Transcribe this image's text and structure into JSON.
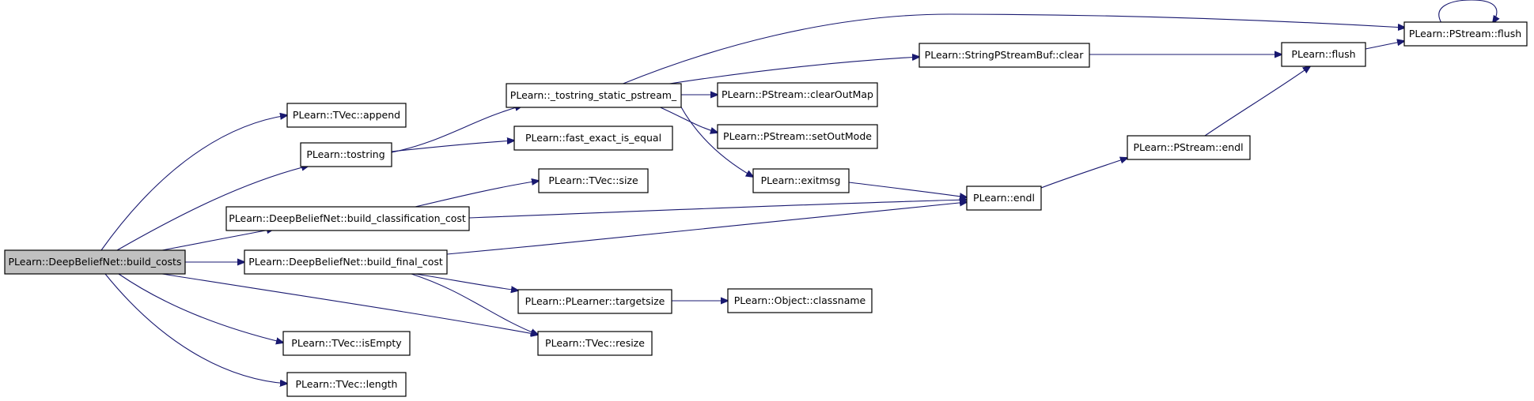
{
  "nodes": {
    "build_costs": "PLearn::DeepBeliefNet::build_costs",
    "tvec_append": "PLearn::TVec::append",
    "tostring": "PLearn::tostring",
    "build_classification_cost": "PLearn::DeepBeliefNet::build_classification_cost",
    "build_final_cost": "PLearn::DeepBeliefNet::build_final_cost",
    "tvec_isempty": "PLearn::TVec::isEmpty",
    "tvec_length": "PLearn::TVec::length",
    "tostring_static_pstream": "PLearn::_tostring_static_pstream_",
    "fast_exact_is_equal": "PLearn::fast_exact_is_equal",
    "tvec_size": "PLearn::TVec::size",
    "plearner_targetsize": "PLearn::PLearner::targetsize",
    "tvec_resize": "PLearn::TVec::resize",
    "stringpstreambuf_clear": "PLearn::StringPStreamBuf::clear",
    "pstream_clearoutmap": "PLearn::PStream::clearOutMap",
    "pstream_setoutmode": "PLearn::PStream::setOutMode",
    "exitmsg": "PLearn::exitmsg",
    "object_classname": "PLearn::Object::classname",
    "endl": "PLearn::endl",
    "pstream_endl": "PLearn::PStream::endl",
    "flush": "PLearn::flush",
    "pstream_flush": "PLearn::PStream::flush"
  }
}
